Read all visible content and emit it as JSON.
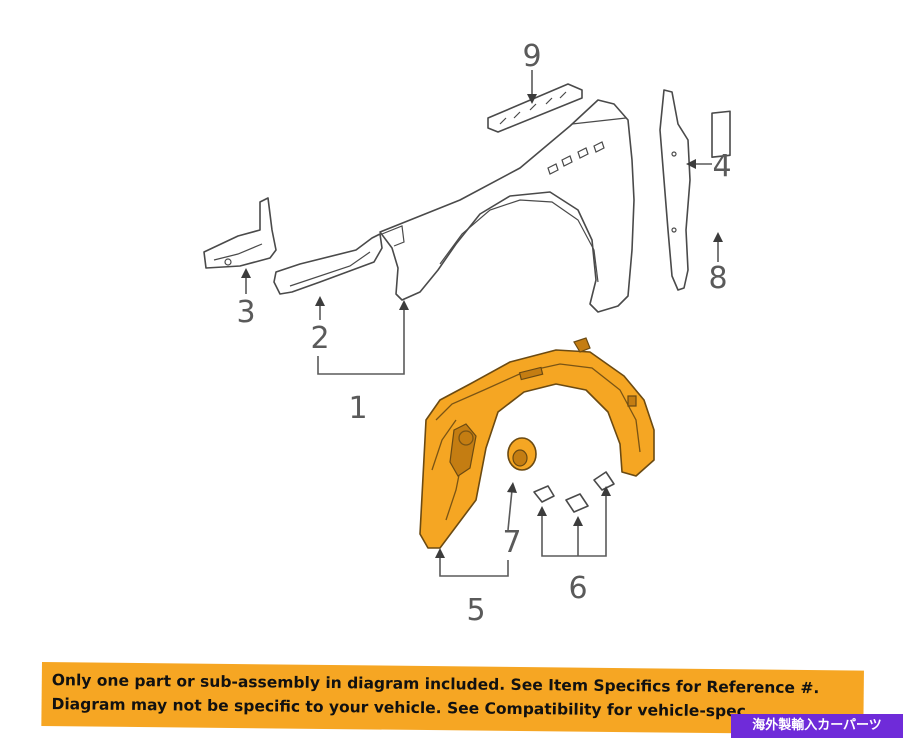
{
  "diagram": {
    "callouts": [
      "1",
      "2",
      "3",
      "4",
      "5",
      "6",
      "7",
      "8",
      "9"
    ]
  },
  "disclaimer": {
    "line1": "Only one part or sub-assembly in diagram included. See Item Specifics for Reference #.",
    "line2": "Diagram may not be specific to your vehicle. See Compatibility for vehicle-spec"
  },
  "badge": {
    "text": "海外製輸入カーパーツ"
  },
  "colors": {
    "highlight": "#f5a623",
    "banner": "#f6a623",
    "badge": "#6f2bd9"
  }
}
